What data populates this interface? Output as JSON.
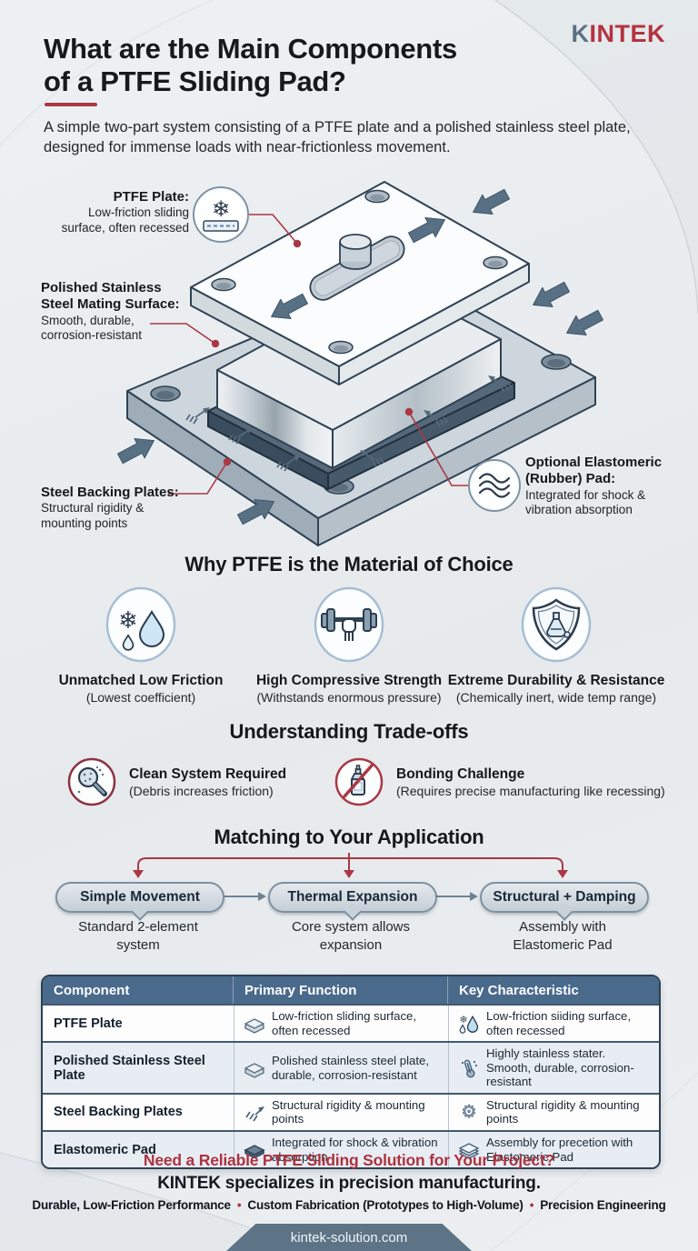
{
  "logo": {
    "text_k": "K",
    "text_rest": "INTEK"
  },
  "header": {
    "title_line1": "What are the Main Components",
    "title_line2": "of a PTFE Sliding Pad?",
    "subtitle": "A simple two-part system consisting of a PTFE plate and a polished stainless steel plate, designed for immense loads with near-frictionless movement."
  },
  "diagram": {
    "callouts": [
      {
        "icon": "snowflake-plate-icon",
        "bold1": "PTFE Plate:",
        "line1": "Low-friction sliding",
        "line2": "surface, often recessed"
      },
      {
        "bold1": "Polished Stainless",
        "bold2": "Steel Mating Surface:",
        "line1": "Smooth, durable,",
        "line2": "corrosion-resistant"
      },
      {
        "bold1": "Steel Backing Plates:",
        "line1": "Structural rigidity &",
        "line2": "mounting points"
      },
      {
        "icon": "waves-icon",
        "bold1": "Optional Elastomeric",
        "bold2": "(Rubber) Pad:",
        "line1": "Integrated for shock &",
        "line2": "vibration absorption"
      }
    ]
  },
  "benefits": {
    "heading": "Why PTFE is the Material of Choice",
    "items": [
      {
        "icon": "snowflake-droplet-icon",
        "title": "Unmatched Low Friction",
        "sub": "(Lowest coefficient)"
      },
      {
        "icon": "dumbbell-icon",
        "title": "High Compressive Strength",
        "sub": "(Withstands enormous pressure)"
      },
      {
        "icon": "shield-flask-icon",
        "title": "Extreme Durability & Resistance",
        "sub": "(Chemically inert, wide temp range)"
      }
    ]
  },
  "tradeoffs": {
    "heading": "Understanding Trade-offs",
    "items": [
      {
        "icon": "magnifier-debris-icon",
        "title": "Clean System Required",
        "sub": "(Debris increases friction)"
      },
      {
        "icon": "no-glue-icon",
        "title": "Bonding Challenge",
        "sub": "(Requires precise manufacturing like recessing)"
      }
    ]
  },
  "matching": {
    "heading": "Matching to Your Application",
    "options": [
      {
        "label": "Simple Movement",
        "desc1": "Standard 2-element",
        "desc2": "system"
      },
      {
        "label": "Thermal Expansion",
        "desc1": "Core system allows",
        "desc2": "expansion"
      },
      {
        "label": "Structural + Damping",
        "desc1": "Assembly with",
        "desc2": "Elastomeric Pad"
      }
    ]
  },
  "table": {
    "headers": [
      "Component",
      "Primary Function",
      "Key Characteristic"
    ],
    "rows": [
      {
        "component": "PTFE Plate",
        "primary": {
          "icon": "plate-layer-icon",
          "text": "Low-friction sliding surface, often recessed"
        },
        "key": {
          "icon": "snowflake-droplet-small-icon",
          "text": "Low-friction siiding surface, often recessed"
        }
      },
      {
        "component": "Polished Stainless Steel Plate",
        "primary": {
          "icon": "plate-layer-icon",
          "text": "Polished stainless steel plate, durable, corrosion-resistant"
        },
        "key": {
          "icon": "thermometer-icon",
          "text": "Highly stainless stater. Smooth, durable, corrosion-resistant"
        }
      },
      {
        "component": "Steel Backing Plates",
        "primary": {
          "icon": "spring-arrow-icon",
          "text": "Structural rigidity & mounting points"
        },
        "key": {
          "icon": "gear-icon",
          "text": "Structural rigidity & mounting points"
        }
      },
      {
        "component": "Elastomeric Pad",
        "primary": {
          "icon": "pad-icon",
          "text": "Integrated for shock & vibration absorption"
        },
        "key": {
          "icon": "layers-icon",
          "text": "Assembly for precetion with Elastomeric Pad"
        }
      }
    ]
  },
  "cta": {
    "headline": "Need a Reliable PTFE Sliding Solution for Your Project?",
    "subline": "KINTEK specializes in precision manufacturing.",
    "bullets": [
      "Durable, Low-Friction Performance",
      "Custom Fabrication (Prototypes to High-Volume)",
      "Precision Engineering"
    ],
    "separator": "•"
  },
  "footer": {
    "url": "kintek-solution.com"
  },
  "colors": {
    "accent_red": "#a93844",
    "slate": "#5d7385",
    "table_header": "#4a6a8c",
    "background": "#e9ecef"
  }
}
